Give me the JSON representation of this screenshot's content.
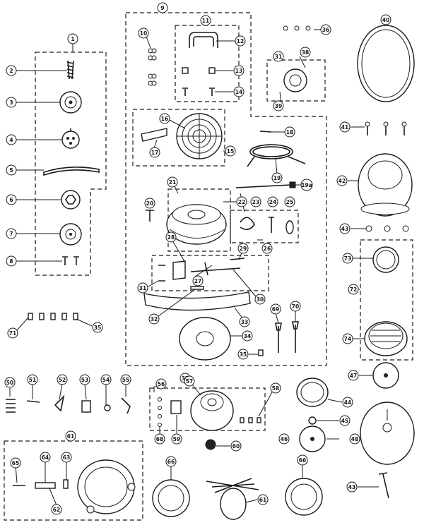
{
  "callouts": {
    "c1": "1",
    "c2": "2",
    "c3": "3",
    "c4": "4",
    "c5": "5",
    "c6": "6",
    "c7": "7",
    "c8": "8",
    "c9": "9",
    "c10": "10",
    "c11": "11",
    "c12": "12",
    "c13": "13",
    "c14": "14",
    "c15": "15",
    "c16": "16",
    "c17": "17",
    "c18": "18",
    "c19": "19",
    "c19a": "19a",
    "c20": "20",
    "c21": "21",
    "c22": "22",
    "c23": "23",
    "c24": "24",
    "c25": "25",
    "c26": "26",
    "c27": "27",
    "c28": "28",
    "c29": "29",
    "c30": "30",
    "c31": "31",
    "c31b": "31",
    "c32": "32",
    "c33": "33",
    "c34": "34",
    "c35": "35",
    "c35b": "35",
    "c36": "36",
    "c37": "37",
    "c38": "38",
    "c39": "39",
    "c40": "40",
    "c41": "41",
    "c42": "42",
    "c43": "43",
    "c43b": "43",
    "c44": "44",
    "c45": "45",
    "c46": "46",
    "c47": "47",
    "c48": "48",
    "c50": "50",
    "c51": "51",
    "c52": "52",
    "c53": "53",
    "c54": "54",
    "c55": "55",
    "c56": "56",
    "c57": "57",
    "c58": "58",
    "c59": "59",
    "c60": "60",
    "c61": "61",
    "c61b": "61",
    "c62": "62",
    "c63": "63",
    "c64": "64",
    "c65": "65",
    "c66": "66",
    "c66b": "66",
    "c68": "68",
    "c69": "69",
    "c70": "70",
    "c71": "71",
    "c72": "72",
    "c73": "73",
    "c74": "74"
  }
}
